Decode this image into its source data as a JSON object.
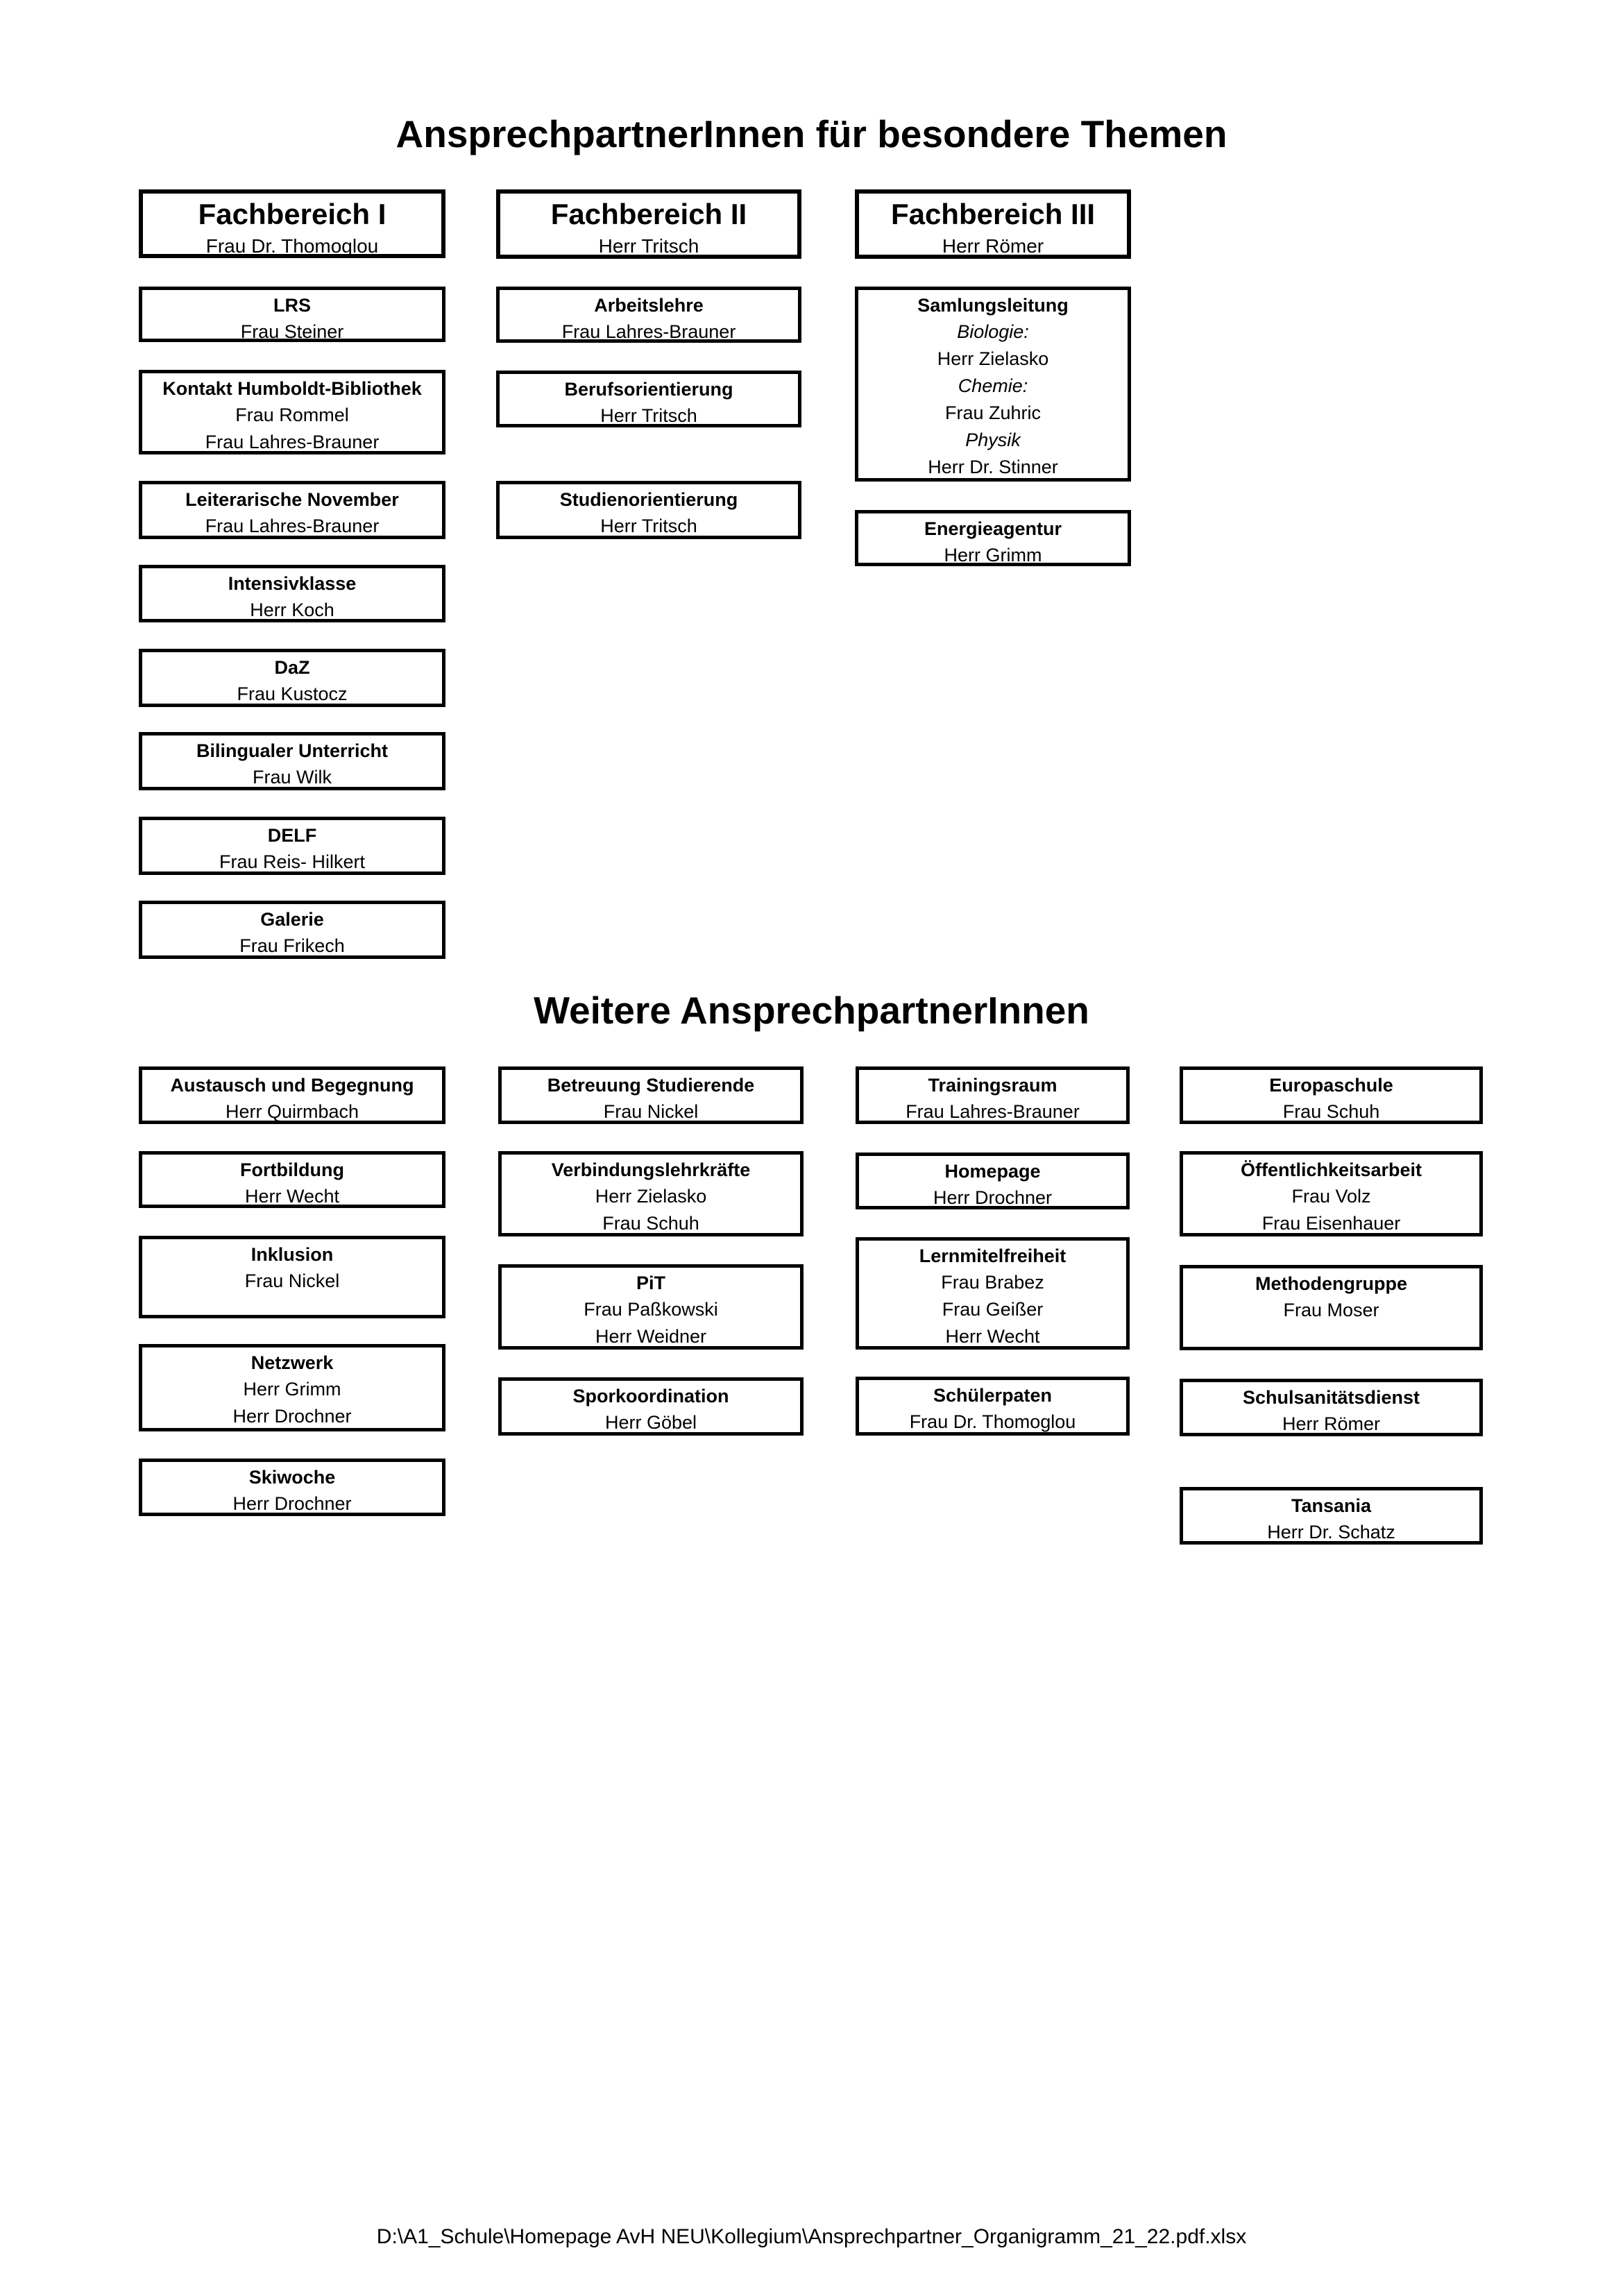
{
  "s1": {
    "title": "AnsprechpartnerInnen für besondere Themen",
    "c1": [
      {
        "t": "Fachbereich I",
        "l": [
          "Frau Dr. Thomoglou"
        ]
      },
      {
        "t": "LRS",
        "l": [
          "Frau Steiner"
        ]
      },
      {
        "t": "Kontakt Humboldt-Bibliothek",
        "l": [
          "Frau Rommel",
          "Frau Lahres-Brauner"
        ]
      },
      {
        "t": "Leiterarische November",
        "l": [
          "Frau Lahres-Brauner"
        ]
      },
      {
        "t": "Intensivklasse",
        "l": [
          "Herr Koch"
        ]
      },
      {
        "t": "DaZ",
        "l": [
          "Frau Kustocz"
        ]
      },
      {
        "t": "Bilingualer Unterricht",
        "l": [
          "Frau Wilk"
        ]
      },
      {
        "t": "DELF",
        "l": [
          "Frau Reis- Hilkert"
        ]
      },
      {
        "t": "Galerie",
        "l": [
          "Frau Frikech"
        ]
      }
    ],
    "c2": [
      {
        "t": "Fachbereich II",
        "l": [
          "Herr Tritsch"
        ]
      },
      {
        "t": "Arbeitslehre",
        "l": [
          "Frau Lahres-Brauner"
        ]
      },
      {
        "t": "Berufsorientierung",
        "l": [
          "Herr Tritsch"
        ]
      },
      {
        "t": "Studienorientierung",
        "l": [
          "Herr Tritsch"
        ]
      }
    ],
    "c3": [
      {
        "t": "Fachbereich III",
        "l": [
          "Herr Römer"
        ]
      },
      {
        "t": "Samlungsleitung",
        "l": [
          "Biologie:",
          "Herr Zielasko",
          "Chemie:",
          "Frau Zuhric",
          "Physik",
          "Herr Dr. Stinner"
        ]
      },
      {
        "t": "Energieagentur",
        "l": [
          "Herr Grimm"
        ]
      }
    ]
  },
  "s2": {
    "title": "Weitere AnsprechpartnerInnen",
    "c1": [
      {
        "t": "Austausch und Begegnung",
        "l": [
          "Herr Quirmbach"
        ]
      },
      {
        "t": "Fortbildung",
        "l": [
          "Herr Wecht"
        ]
      },
      {
        "t": "Inklusion",
        "l": [
          "Frau Nickel"
        ]
      },
      {
        "t": "Netzwerk",
        "l": [
          "Herr Grimm",
          "Herr Drochner"
        ]
      },
      {
        "t": "Skiwoche",
        "l": [
          "Herr Drochner"
        ]
      }
    ],
    "c2": [
      {
        "t": "Betreuung Studierende",
        "l": [
          "Frau Nickel"
        ]
      },
      {
        "t": "Verbindungslehrkräfte",
        "l": [
          "Herr Zielasko",
          "Frau Schuh"
        ]
      },
      {
        "t": "PiT",
        "l": [
          "Frau Paßkowski",
          "Herr Weidner"
        ]
      },
      {
        "t": "Sporkoordination",
        "l": [
          "Herr Göbel"
        ]
      }
    ],
    "c3": [
      {
        "t": "Trainingsraum",
        "l": [
          "Frau Lahres-Brauner"
        ]
      },
      {
        "t": "Homepage",
        "l": [
          "Herr Drochner"
        ]
      },
      {
        "t": "Lernmitelfreiheit",
        "l": [
          "Frau Brabez",
          "Frau Geißer",
          "Herr Wecht"
        ]
      },
      {
        "t": "Schülerpaten",
        "l": [
          "Frau Dr. Thomoglou"
        ]
      }
    ],
    "c4": [
      {
        "t": "Europaschule",
        "l": [
          "Frau Schuh"
        ]
      },
      {
        "t": "Öffentlichkeitsarbeit",
        "l": [
          "Frau Volz",
          "Frau Eisenhauer"
        ]
      },
      {
        "t": "Methodengruppe",
        "l": [
          "Frau Moser"
        ]
      },
      {
        "t": "Schulsanitätsdienst",
        "l": [
          "Herr Römer"
        ]
      },
      {
        "t": "Tansania",
        "l": [
          "Herr Dr. Schatz"
        ]
      }
    ]
  },
  "footer": "D:\\A1_Schule\\Homepage AvH NEU\\Kollegium\\Ansprechpartner_Organigramm_21_22.pdf.xlsx"
}
